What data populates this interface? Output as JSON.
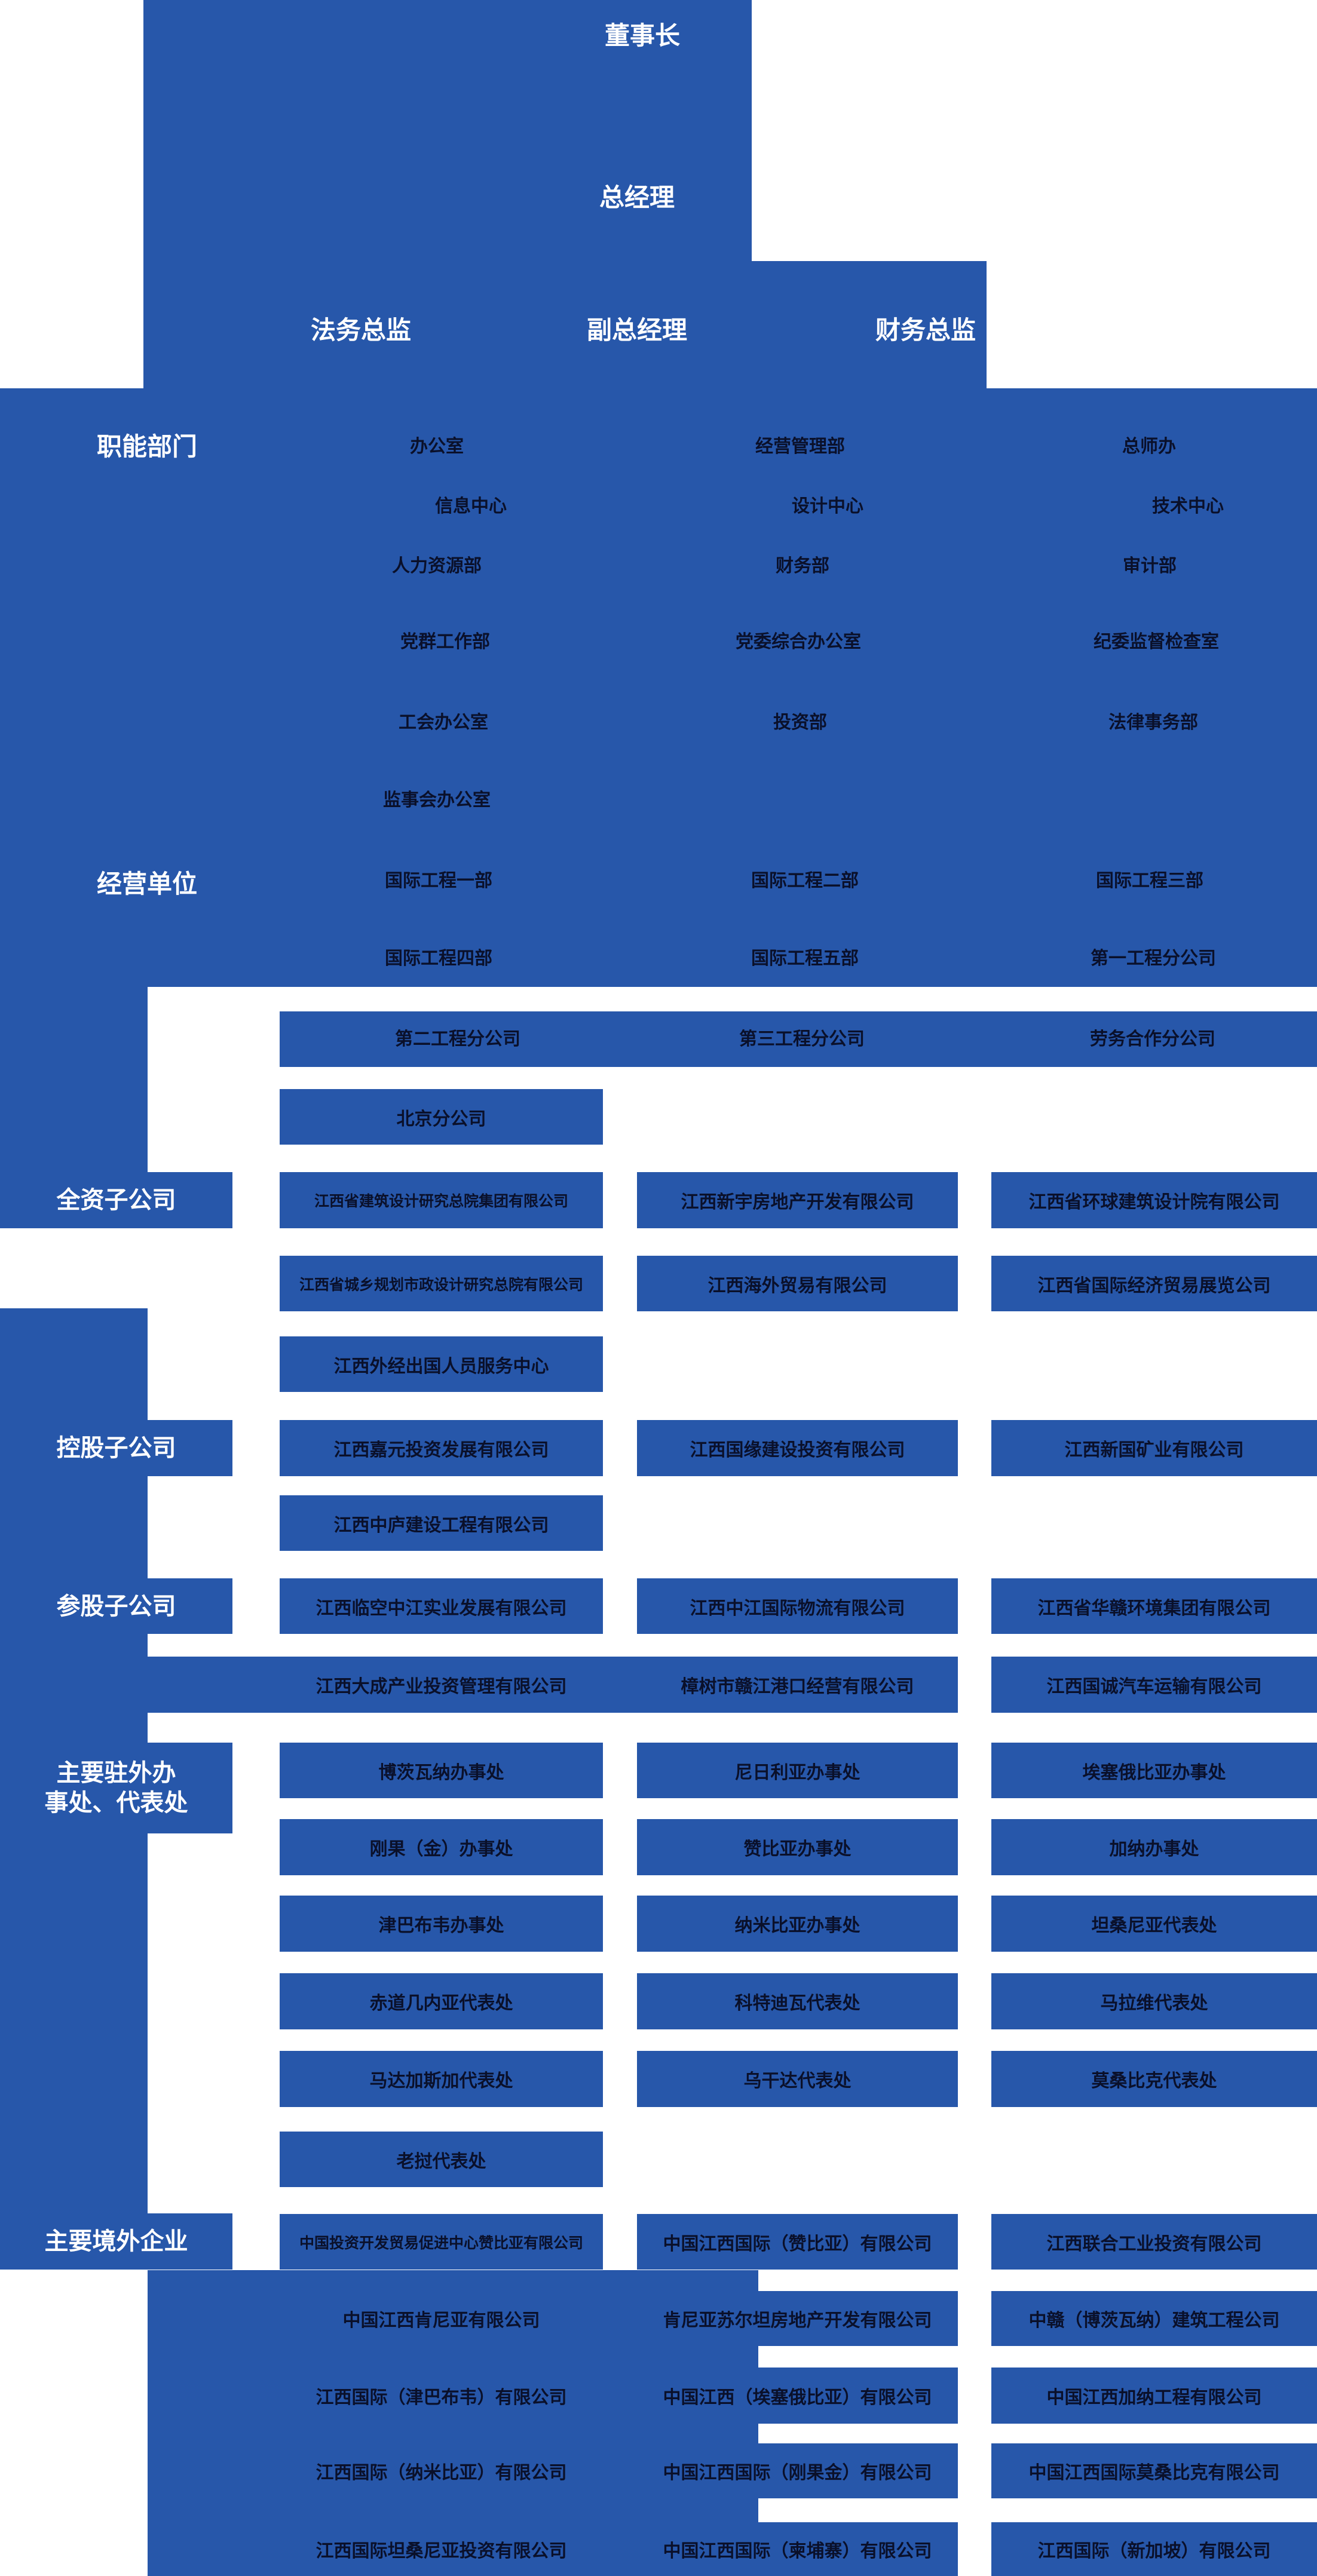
{
  "colors": {
    "primary_blue": "#2757aa",
    "node_text": "#0a102a",
    "label_text": "#ffffff",
    "background": "#ffffff"
  },
  "org": {
    "top": {
      "chairman": "董事长",
      "general_manager": "总经理",
      "legal_director": "法务总监",
      "deputy_general_manager": "副总经理",
      "finance_director": "财务总监"
    },
    "side_labels": {
      "functional": "职能部门",
      "business": "经营单位",
      "wholly_owned": "全资子公司",
      "holding": "控股子公司",
      "equity": "参股子公司",
      "offices_line1": "主要驻外办",
      "offices_line2": "事处、代表处",
      "overseas": "主要境外企业"
    },
    "functional": [
      [
        "办公室",
        "经营管理部",
        "总师办"
      ],
      [
        "信息中心",
        "设计中心",
        "技术中心"
      ],
      [
        "人力资源部",
        "财务部",
        "审计部"
      ],
      [
        "党群工作部",
        "党委综合办公室",
        "纪委监督检查室"
      ],
      [
        "工会办公室",
        "投资部",
        "法律事务部"
      ],
      [
        "监事会办公室"
      ]
    ],
    "business": [
      [
        "国际工程一部",
        "国际工程二部",
        "国际工程三部"
      ],
      [
        "国际工程四部",
        "国际工程五部",
        "第一工程分公司"
      ],
      [
        "第二工程分公司",
        "第三工程分公司",
        "劳务合作分公司"
      ],
      [
        "北京分公司"
      ]
    ],
    "wholly_owned": [
      [
        "江西省建筑设计研究总院集团有限公司",
        "江西新宇房地产开发有限公司",
        "江西省环球建筑设计院有限公司"
      ],
      [
        "江西省城乡规划市政设计研究总院有限公司",
        "江西海外贸易有限公司",
        "江西省国际经济贸易展览公司"
      ],
      [
        "江西外经出国人员服务中心"
      ]
    ],
    "holding": [
      [
        "江西嘉元投资发展有限公司",
        "江西国缘建设投资有限公司",
        "江西新国矿业有限公司"
      ],
      [
        "江西中庐建设工程有限公司"
      ]
    ],
    "equity": [
      [
        "江西临空中江实业发展有限公司",
        "江西中江国际物流有限公司",
        "江西省华赣环境集团有限公司"
      ],
      [
        "江西大成产业投资管理有限公司",
        "樟树市赣江港口经营有限公司",
        "江西国诚汽车运输有限公司"
      ]
    ],
    "offices": [
      [
        "博茨瓦纳办事处",
        "尼日利亚办事处",
        "埃塞俄比亚办事处"
      ],
      [
        "刚果（金）办事处",
        "赞比亚办事处",
        "加纳办事处"
      ],
      [
        "津巴布韦办事处",
        "纳米比亚办事处",
        "坦桑尼亚代表处"
      ],
      [
        "赤道几内亚代表处",
        "科特迪瓦代表处",
        "马拉维代表处"
      ],
      [
        "马达加斯加代表处",
        "乌干达代表处",
        "莫桑比克代表处"
      ],
      [
        "老挝代表处"
      ]
    ],
    "overseas": [
      [
        "中国投资开发贸易促进中心赞比亚有限公司",
        "中国江西国际（赞比亚）有限公司",
        "江西联合工业投资有限公司"
      ],
      [
        "中国江西肯尼亚有限公司",
        "肯尼亚苏尔坦房地产开发有限公司",
        "中赣（博茨瓦纳）建筑工程公司"
      ],
      [
        "江西国际（津巴布韦）有限公司",
        "中国江西（埃塞俄比亚）有限公司",
        "中国江西加纳工程有限公司"
      ],
      [
        "江西国际（纳米比亚）有限公司",
        "中国江西国际（刚果金）有限公司",
        "中国江西国际莫桑比克有限公司"
      ],
      [
        "江西国际坦桑尼亚投资有限公司",
        "中国江西国际（柬埔寨）有限公司",
        "江西国际（新加坡）有限公司"
      ]
    ]
  }
}
